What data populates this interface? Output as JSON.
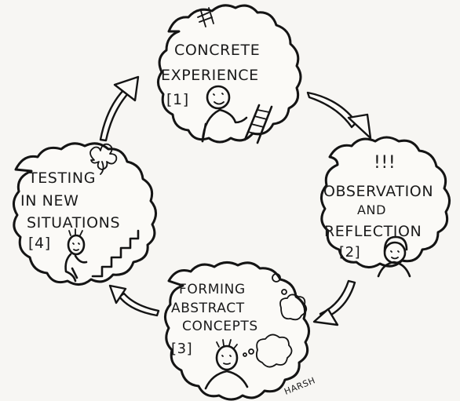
{
  "stages": [
    {
      "lines": [
        "CONCRETE",
        "EXPERIENCE"
      ],
      "number": "[1]"
    },
    {
      "lines": [
        "OBSERVATION",
        "AND",
        "REFLECTION"
      ],
      "exclaim": "!!!",
      "number": "[2]"
    },
    {
      "lines": [
        "FORMING",
        "ABSTRACT",
        "CONCEPTS"
      ],
      "number": "[3]"
    },
    {
      "lines": [
        "TESTING",
        "IN NEW",
        "SITUATIONS"
      ],
      "number": "[4]"
    }
  ],
  "signature": "HARSH"
}
